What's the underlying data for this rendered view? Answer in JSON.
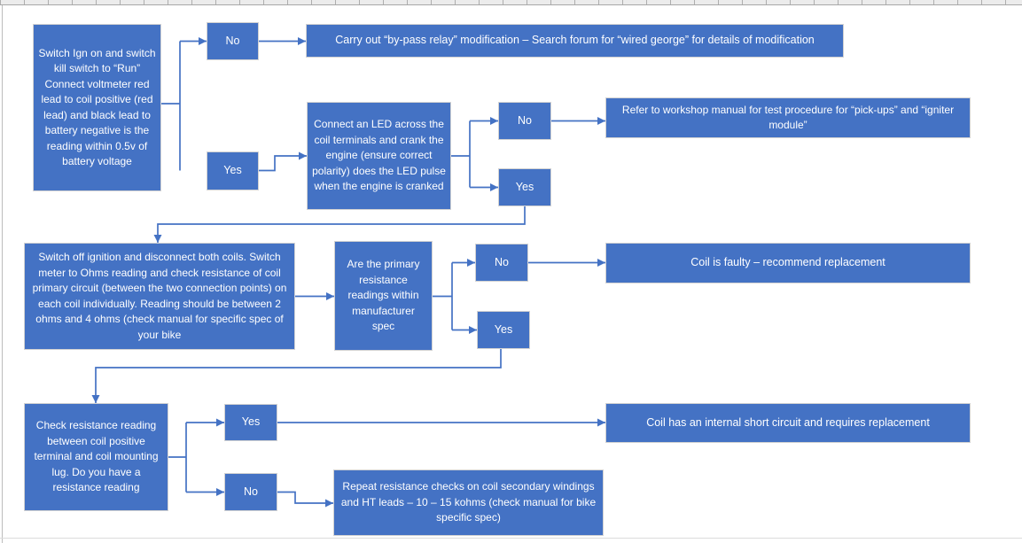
{
  "colors": {
    "box_fill": "#4472C4",
    "box_border": "#D2D2D2",
    "connector": "#4472C4",
    "box_text": "#FFFFFF"
  },
  "flowchart": {
    "nodes": {
      "start": {
        "text": "Switch Ign on and switch kill switch to “Run” Connect voltmeter red lead to coil positive (red lead) and black lead to battery negative  is the reading within 0.5v of battery voltage"
      },
      "no1": {
        "text": "No"
      },
      "bypass": {
        "text": "Carry out “by-pass relay” modification – Search forum for “wired george” for details of modification"
      },
      "yes1": {
        "text": "Yes"
      },
      "led": {
        "text": "Connect an LED across the coil terminals and crank the engine (ensure correct polarity) does the LED pulse when the engine is cranked"
      },
      "no2": {
        "text": "No"
      },
      "refer": {
        "text": "Refer to workshop manual for test procedure for “pick-ups” and “igniter module”"
      },
      "yes2": {
        "text": "Yes"
      },
      "ohms": {
        "text": "Switch off ignition and disconnect both coils. Switch meter to Ohms reading and check resistance of coil primary circuit (between the two connection points) on each coil individually. Reading should be between 2 ohms and 4 ohms (check manual for specific spec of your bike"
      },
      "primary": {
        "text": "Are the primary resistance readings within manufacturer spec"
      },
      "no3": {
        "text": "No"
      },
      "faulty": {
        "text": "Coil is faulty – recommend replacement"
      },
      "yes3": {
        "text": "Yes"
      },
      "lug": {
        "text": "Check resistance reading between coil positive terminal and coil mounting lug. Do you have a resistance reading"
      },
      "yes4": {
        "text": "Yes"
      },
      "short": {
        "text": "Coil has an internal short circuit and requires replacement"
      },
      "no4": {
        "text": "No"
      },
      "secondary": {
        "text": "Repeat resistance checks on coil secondary windings and HT leads – 10 – 15 kohms (check manual for bike specific spec)"
      }
    }
  }
}
